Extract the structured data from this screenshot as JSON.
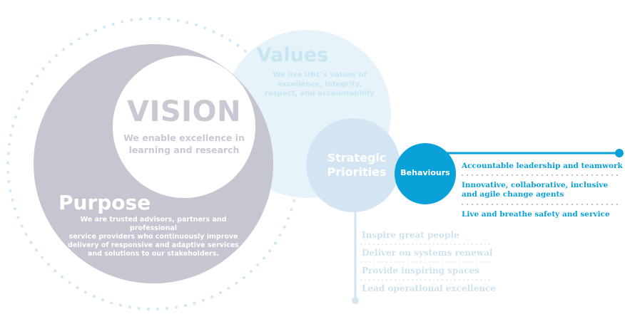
{
  "vision": {
    "title": "VISION",
    "text": "We enable excellence in learning and research"
  },
  "values": {
    "title": "Values",
    "lines": [
      "We live UBC's values of",
      "excellence, integrity,",
      "respect, and accountability"
    ]
  },
  "purpose": {
    "title": "Purpose",
    "lines": [
      "We are trusted advisors, partners and professional",
      "service providers who continuously improve",
      "delivery of responsive and adaptive services",
      "and solutions to our stakeholders."
    ]
  },
  "strategic_priorities": {
    "title_lines": [
      "Strategic",
      "Priorities"
    ],
    "items": [
      "Inspire great people",
      "Deliver on systems renewal",
      "Provide inspiring spaces",
      "Lead operational excellence"
    ]
  },
  "behaviours": {
    "label": "Behaviours",
    "items": [
      [
        "Accountable leadership and teamwork"
      ],
      [
        "Innovative, collaborative, inclusive",
        "and agile change agents"
      ],
      [
        "Live and breathe safety and service"
      ]
    ]
  },
  "colors": {
    "purpose_circle": "#c5c6d0",
    "vision_circle": "#ffffff",
    "values_circle": "#e6f4fa",
    "priorities_circle": "#d3e5f2",
    "behaviours_circle": "#0aa0d8",
    "accent_line": "#0aa0d8",
    "muted_line": "#cfe1ee",
    "dotted_ring": "#cfe8f4"
  }
}
